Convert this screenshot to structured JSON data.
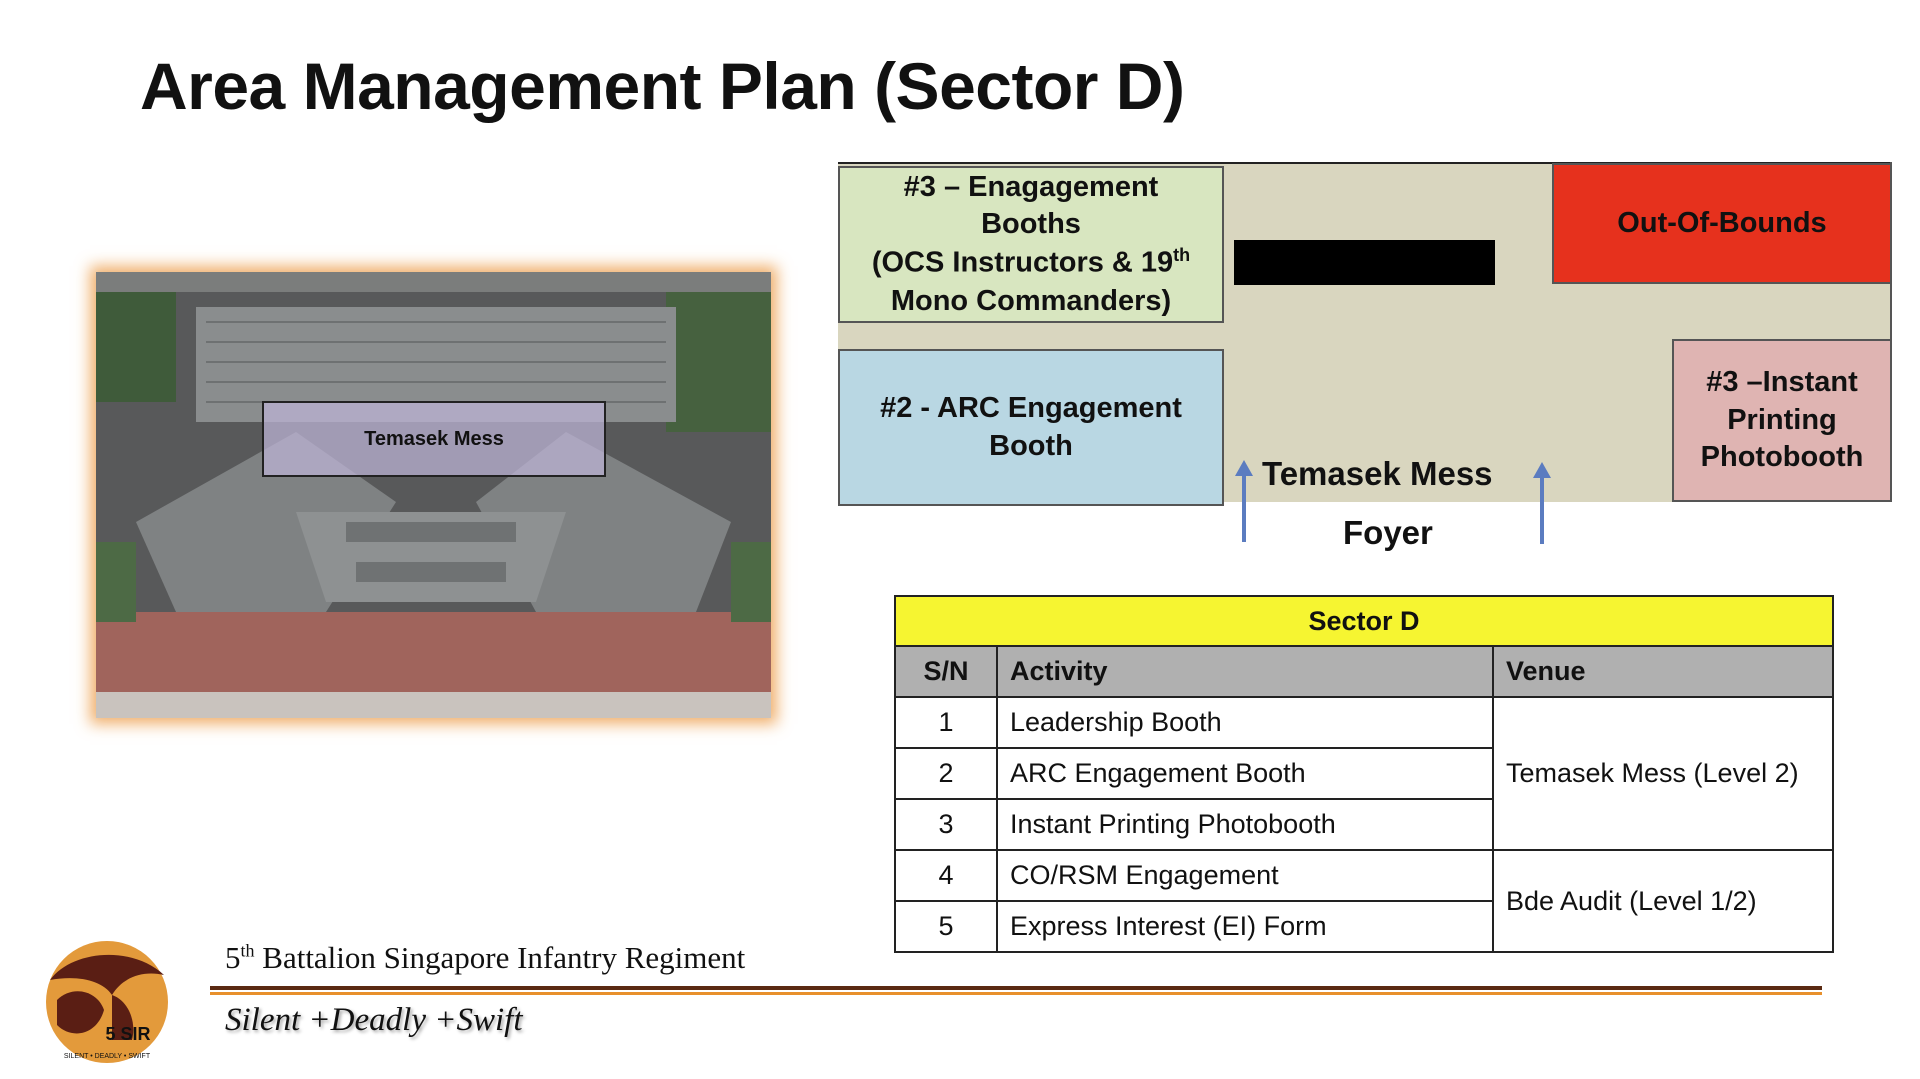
{
  "title": "Area Management Plan (Sector D)",
  "photo": {
    "label": "Temasek Mess"
  },
  "floor_plan": {
    "zone_booths_line1": "#3 – Enagagement Booths",
    "zone_booths_line2": "(OCS Instructors & 19",
    "zone_booths_sup": "th",
    "zone_booths_line3": "Mono Commanders)",
    "zone_arc_line1": "#2 - ARC Engagement",
    "zone_arc_line2": "Booth",
    "zone_oob": "Out-Of-Bounds",
    "zone_photobooth_line1": "#3 –Instant",
    "zone_photobooth_line2": "Printing",
    "zone_photobooth_line3": "Photobooth",
    "label_mess": "Temasek Mess",
    "label_foyer": "Foyer",
    "arrow_color": "#5b7cc0"
  },
  "table": {
    "caption": "Sector D",
    "headers": {
      "sn": "S/N",
      "activity": "Activity",
      "venue": "Venue"
    },
    "rows": [
      {
        "sn": "1",
        "activity": "Leadership Booth"
      },
      {
        "sn": "2",
        "activity": "ARC Engagement Booth"
      },
      {
        "sn": "3",
        "activity": "Instant Printing Photobooth"
      },
      {
        "sn": "4",
        "activity": "CO/RSM Engagement"
      },
      {
        "sn": "5",
        "activity": "Express Interest (EI) Form"
      }
    ],
    "venues": [
      "Temasek Mess (Level 2)",
      "Bde Audit (Level 1/2)"
    ]
  },
  "footer": {
    "battalion_prefix": "5",
    "battalion_sup": "th",
    "battalion_rest": " Battalion Singapore Infantry Regiment",
    "motto": "Silent +Deadly +Swift",
    "logo_text": "5 SIR",
    "logo_ring_text": "SILENT • DEADLY • SWIFT"
  }
}
